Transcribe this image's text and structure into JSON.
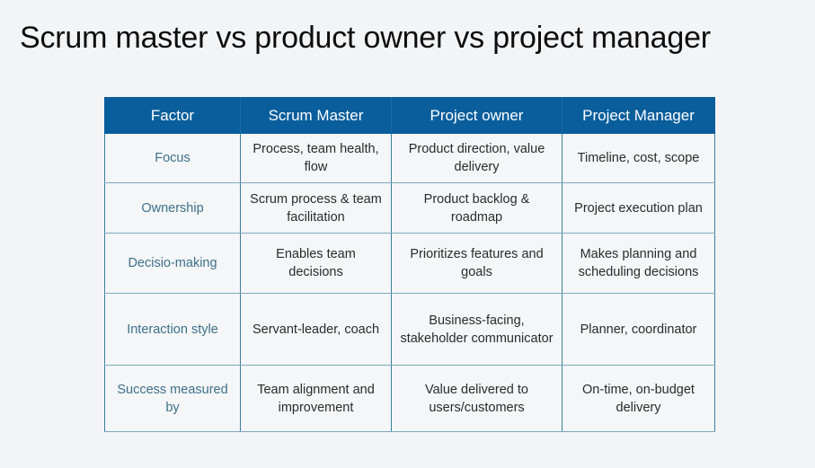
{
  "slide": {
    "title": "Scrum master vs product owner vs project manager",
    "background_color": "#f3f4f6",
    "title_color": "#0d0d0d"
  },
  "table": {
    "header_bg_color": "#0a5e9c",
    "header_text_color": "#ffffff",
    "cell_bg_color": "#f4f6f7",
    "border_color": "#3f7f99",
    "factor_text_color": "#3d7089",
    "cell_text_color": "#2b2b2b",
    "columns": [
      {
        "label": "Factor"
      },
      {
        "label": "Scrum Master"
      },
      {
        "label": "Project owner"
      },
      {
        "label": "Project Manager"
      }
    ],
    "rows": [
      {
        "factor": "Focus",
        "scrum_master": "Process, team health, flow",
        "project_owner": "Product direction, value delivery",
        "project_manager": "Timeline, cost, scope"
      },
      {
        "factor": "Ownership",
        "scrum_master": "Scrum process & team facilitation",
        "project_owner": "Product backlog & roadmap",
        "project_manager": "Project execution plan"
      },
      {
        "factor": "Decisio-making",
        "scrum_master": "Enables team decisions",
        "project_owner": "Prioritizes features and goals",
        "project_manager": "Makes planning and scheduling decisions"
      },
      {
        "factor": "Interaction style",
        "scrum_master": "Servant-leader, coach",
        "project_owner": "Business-facing, stakeholder communicator",
        "project_manager": "Planner, coordinator"
      },
      {
        "factor": "Success measured by",
        "scrum_master": "Team alignment and improvement",
        "project_owner": "Value delivered to users/customers",
        "project_manager": "On-time, on-budget delivery"
      }
    ]
  }
}
